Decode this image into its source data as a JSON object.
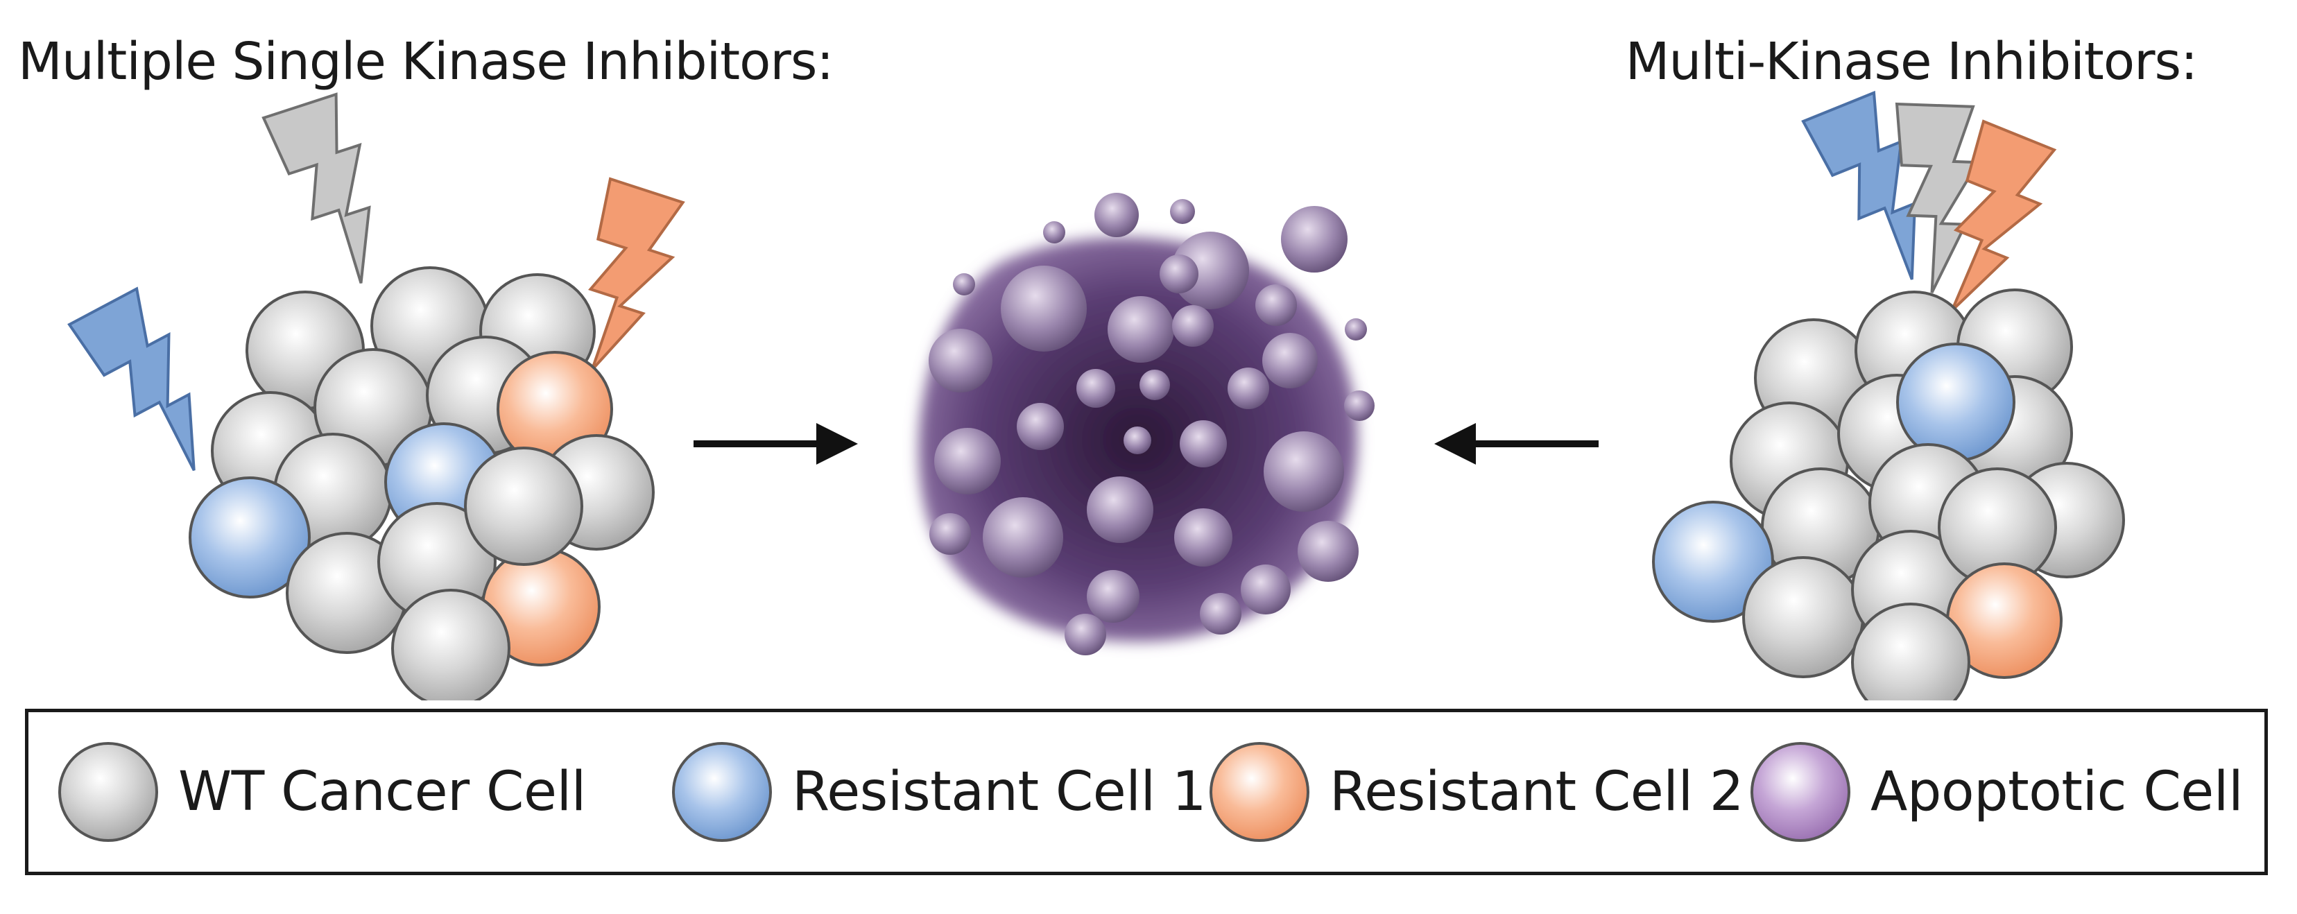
{
  "titles": {
    "left": "Multiple Single Kinase Inhibitors:",
    "right": "Multi-Kinase Inhibitors:"
  },
  "legend": [
    {
      "key": "wt",
      "label": "WT Cancer Cell"
    },
    {
      "key": "r1",
      "label": "Resistant Cell 1"
    },
    {
      "key": "r2",
      "label": "Resistant Cell 2"
    },
    {
      "key": "apop",
      "label": "Apoptotic Cell"
    }
  ],
  "colors": {
    "wt": "#b4b4b4",
    "resistant_1": "#7ea4d6",
    "resistant_2": "#f39c72",
    "apoptotic": "#a184b8",
    "arrow": "#111111"
  }
}
